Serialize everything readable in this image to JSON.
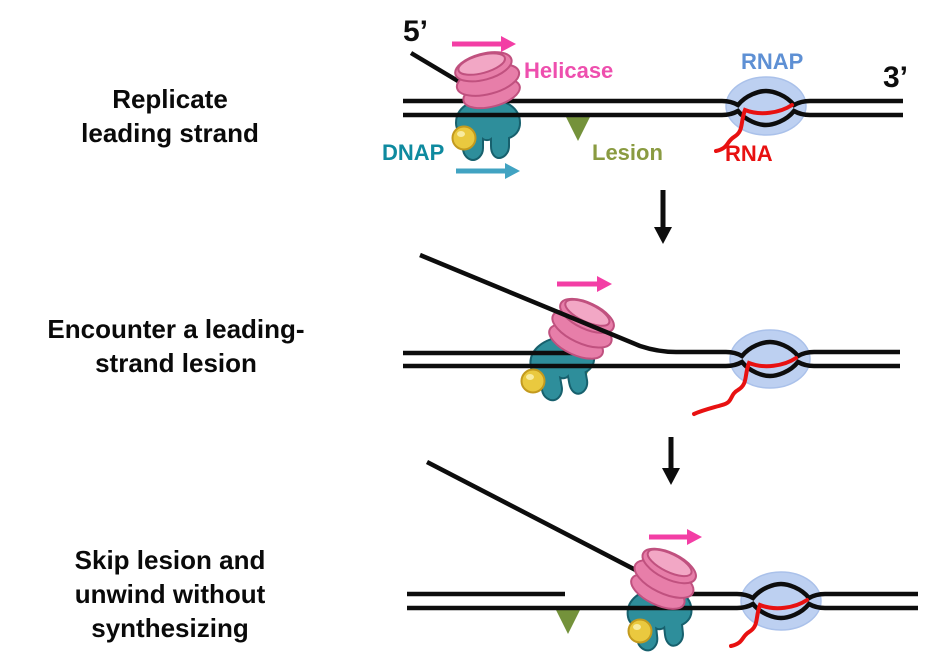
{
  "figure": {
    "captions": {
      "step1": "Replicate\nleading strand",
      "step2": "Encounter a leading-\nstrand lesion",
      "step3": "Skip lesion and\nunwind without\nsynthesizing"
    },
    "labels": {
      "five_prime": "5’",
      "three_prime": "3’",
      "helicase": "Helicase",
      "dnap": "DNAP",
      "lesion": "Lesion",
      "rnap": "RNAP",
      "rna": "RNA"
    },
    "colors": {
      "strand": "#0d0d0d",
      "caption_black": "#0a0a0a",
      "helicase_fill": "#e77ea9",
      "helicase_label": "#ee4fae",
      "dnap_fill": "#2e8e9b",
      "dnap_label": "#0e8a9f",
      "clamp_yellow": "#eac93f",
      "lesion_fill": "#74923b",
      "lesion_label": "#8a9b41",
      "rnap_fill": "#bdd0f1",
      "rnap_label": "#5e90d4",
      "rna_red": "#e81111",
      "arrow_pink": "#f33ea5",
      "arrow_teal": "#41a3c2",
      "arrow_black": "#0d0d0d"
    }
  }
}
